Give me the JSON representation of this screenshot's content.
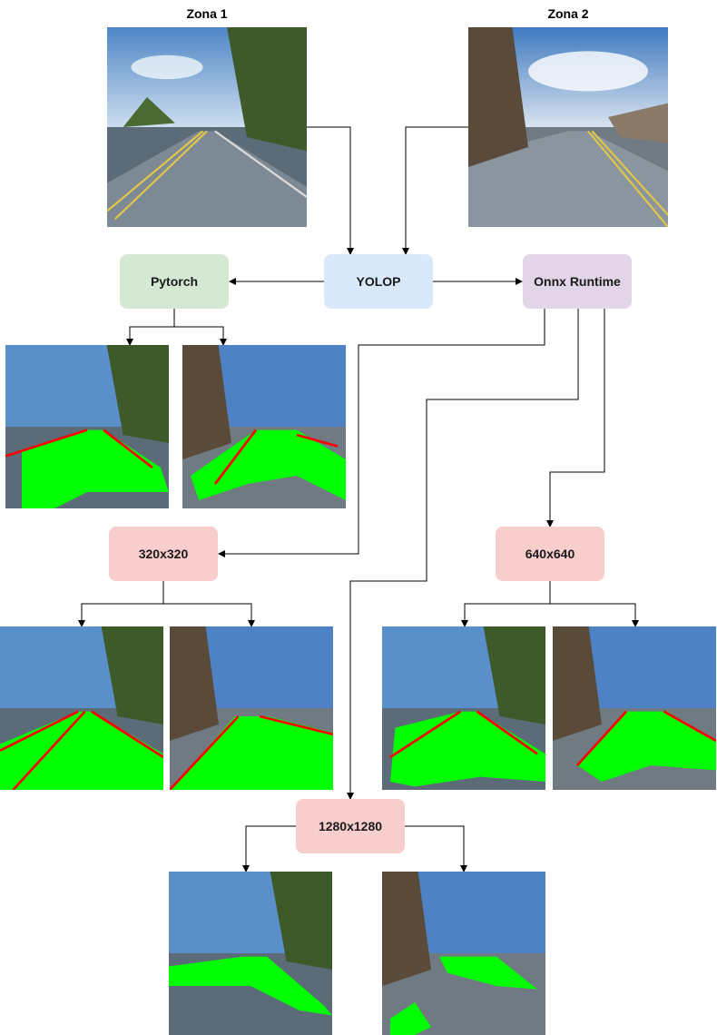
{
  "zones": {
    "zone1_title": "Zona 1",
    "zone2_title": "Zona 2"
  },
  "nodes": {
    "yolop": "YOLOP",
    "pytorch": "Pytorch",
    "onnx": "Onnx Runtime",
    "res320": "320x320",
    "res640": "640x640",
    "res1280": "1280x1280"
  },
  "colors": {
    "yolop_fill": "#dae8fc",
    "pytorch_fill": "#d5e8d4",
    "onnx_fill": "#e1d5e7",
    "resolution_fill": "#f8cecc",
    "segmentation_green": "#00ff00",
    "lane_red": "#ff0000"
  }
}
